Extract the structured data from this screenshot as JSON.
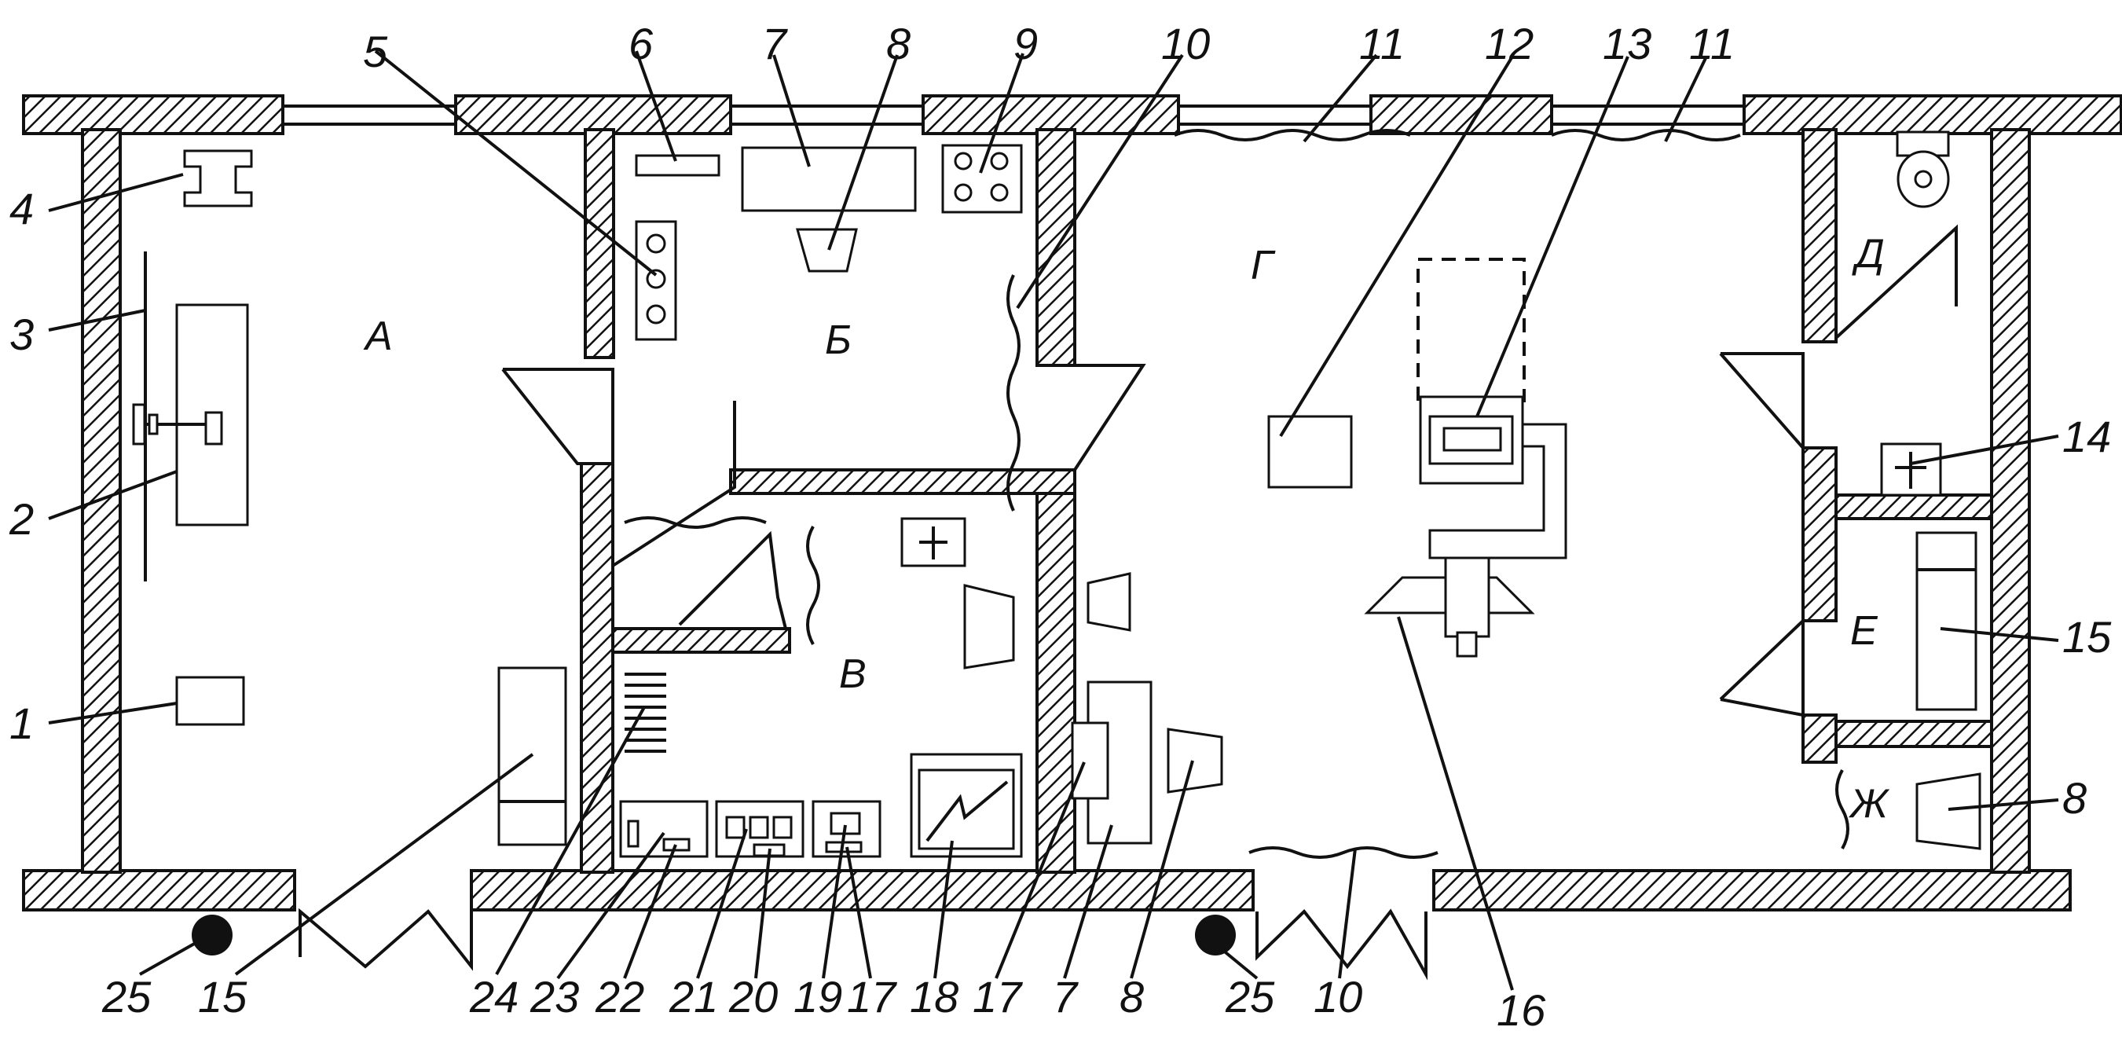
{
  "rooms": {
    "a": "А",
    "b": "Б",
    "v": "В",
    "g": "Г",
    "d": "Д",
    "e": "Е",
    "zh": "Ж"
  },
  "callouts": {
    "c1": "1",
    "c2": "2",
    "c3": "3",
    "c4": "4",
    "c5": "5",
    "c6": "6",
    "c7a": "7",
    "c8a": "8",
    "c9": "9",
    "c10a": "10",
    "c11a": "11",
    "c12": "12",
    "c13": "13",
    "c11b": "11",
    "c14": "14",
    "c15r": "15",
    "c8r": "8",
    "c25a": "25",
    "c15b": "15",
    "c24": "24",
    "c23": "23",
    "c22": "22",
    "c21": "21",
    "c20": "20",
    "c19": "19",
    "c17a": "17",
    "c18": "18",
    "c17b": "17",
    "c7b": "7",
    "c8b": "8",
    "c25b": "25",
    "c10b": "10",
    "c16": "16"
  }
}
